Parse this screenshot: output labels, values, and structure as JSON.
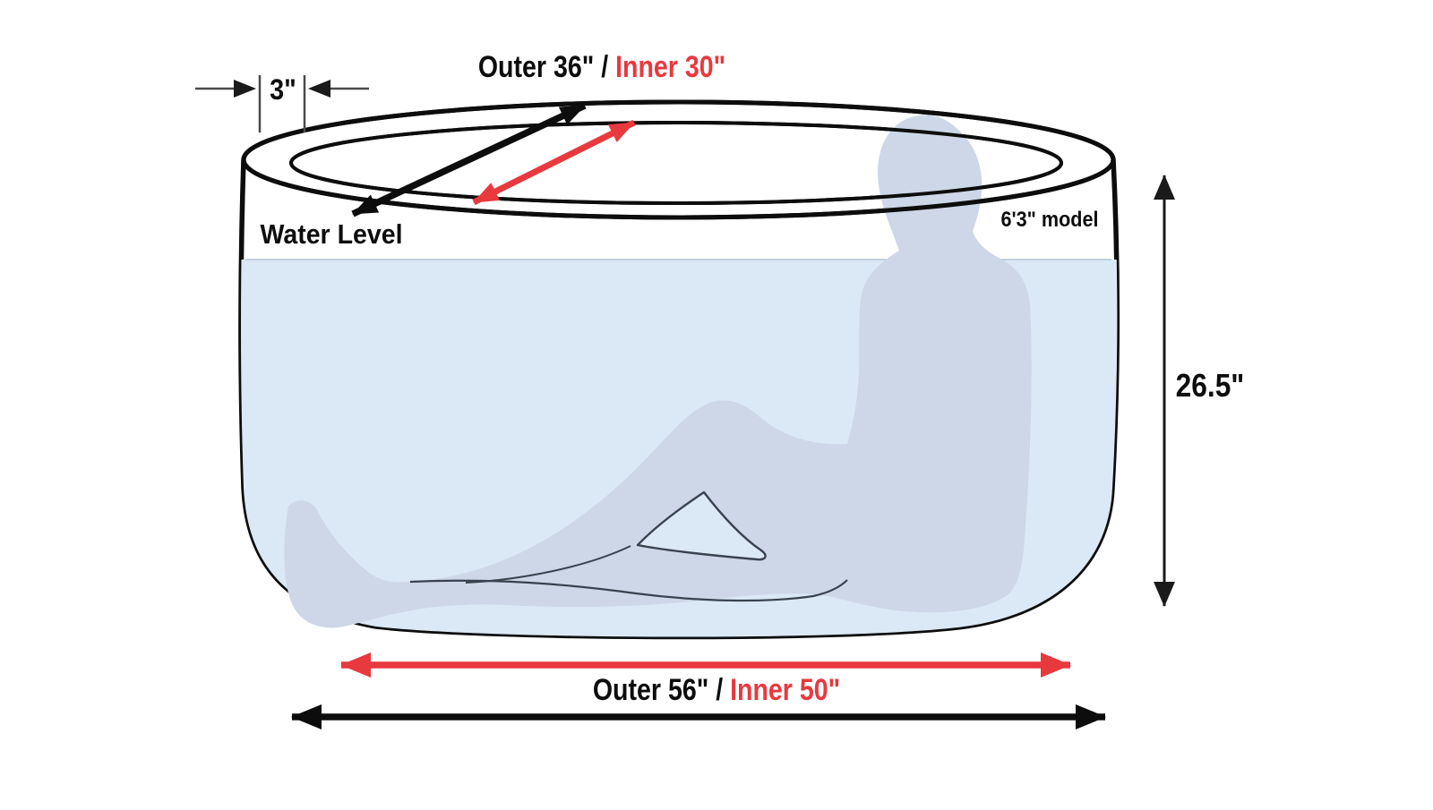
{
  "diagram": {
    "subject": "round ice bath tub with seated bather, dimension callouts",
    "top_dimension": {
      "outer": "Outer 36\" / ",
      "inner": "Inner 30\""
    },
    "wall_thickness": "3\"",
    "water_level_label": "Water Level",
    "model_label": "6'3\" model",
    "height_label": "26.5\"",
    "bottom_dimension": {
      "outer": "Outer 56\" / ",
      "inner": "Inner 50\""
    },
    "dimensions_shown": {
      "top_outer_diameter": "36\"",
      "top_inner_diameter": "30\"",
      "wall_thickness": "3\"",
      "height": "26.5\"",
      "base_outer_length": "56\"",
      "base_inner_length": "50\""
    }
  },
  "colors": {
    "black": "#0d0d0d",
    "accent_red": "#e8393e",
    "water": "#dbe8f5",
    "body_blue": "#cdd7e7",
    "head_gray": "#ececec",
    "outline": "#39424e",
    "dim_gray": "#4a4a4a",
    "water_line": "#c2cfe0"
  }
}
